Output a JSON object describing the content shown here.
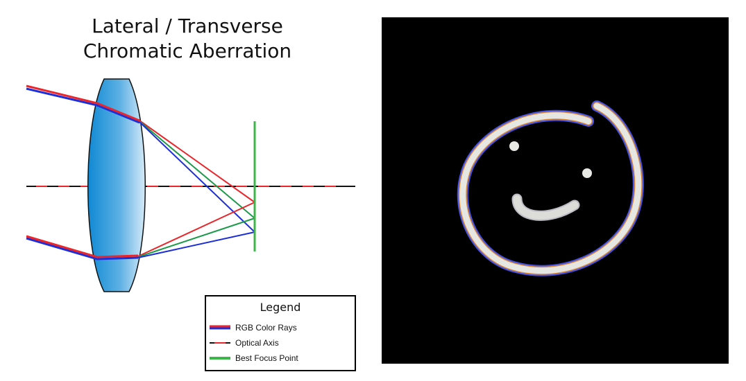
{
  "title": {
    "line1": "Lateral / Transverse",
    "line2": "Chromatic Aberration"
  },
  "legend": {
    "heading": "Legend",
    "items": [
      {
        "label": "RGB Color Rays",
        "icon": "rgb-color-rays-swatch"
      },
      {
        "label": "Optical Axis",
        "icon": "optical-axis-swatch"
      },
      {
        "label": "Best Focus Point",
        "icon": "best-focus-point-swatch"
      }
    ]
  },
  "colors": {
    "red_ray": "#e8262b",
    "green_ray": "#1c9a4a",
    "blue_ray": "#1d2fd6",
    "focus_line": "#3cb64a",
    "axis_dark": "#111111",
    "lens_dark": "#1a8fd6",
    "lens_light": "#cfe7f7"
  }
}
